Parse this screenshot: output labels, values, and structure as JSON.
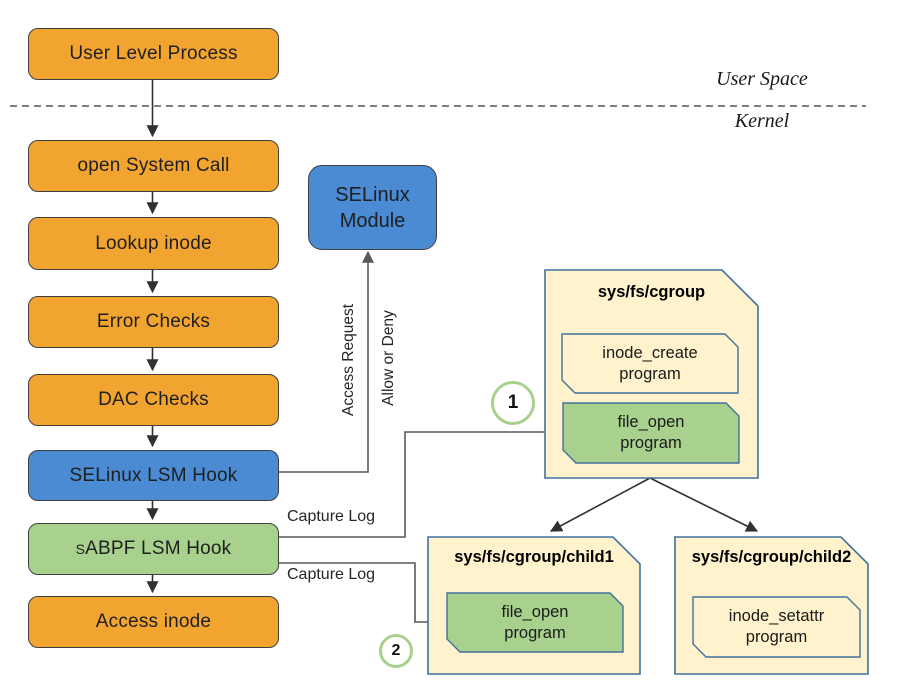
{
  "regions": {
    "user_space_label": "User Space",
    "kernel_label": "Kernel"
  },
  "flow_boxes": {
    "user_level_process": "User Level Process",
    "open_system_call": "open System Call",
    "lookup_inode": "Lookup inode",
    "error_checks": "Error Checks",
    "dac_checks": "DAC Checks",
    "selinux_lsm_hook": "SELinux LSM Hook",
    "sabpf_prefix": "s",
    "sabpf_rest": "ABPF LSM Hook",
    "access_inode": "Access inode"
  },
  "selinux_module": {
    "line1": "SELinux",
    "line2": "Module"
  },
  "edge_labels": {
    "access_request": "Access Request",
    "allow_or_deny": "Allow or Deny",
    "capture_log_top": "Capture Log",
    "capture_log_bottom": "Capture Log"
  },
  "step_badges": {
    "step1": "1",
    "step2": "2"
  },
  "cgroups": {
    "root": {
      "title": "sys/fs/cgroup",
      "program1": {
        "line1": "inode_create",
        "line2": "program"
      },
      "program2": {
        "line1": "file_open",
        "line2": "program"
      }
    },
    "child1": {
      "title": "sys/fs/cgroup/child1",
      "program1": {
        "line1": "file_open",
        "line2": "program"
      }
    },
    "child2": {
      "title": "sys/fs/cgroup/child2",
      "program1": {
        "line1": "inode_setattr",
        "line2": "program"
      }
    }
  },
  "colors": {
    "process_orange": "#F2A431",
    "selinux_blue": "#4A8BD4",
    "bpf_green": "#A9D18E",
    "folder_cream": "#FFF2CC",
    "folder_border": "#41719C",
    "connector_gray": "#595959",
    "flow_arrow_dark": "#303030",
    "divider_gray": "#7F7F7F"
  }
}
